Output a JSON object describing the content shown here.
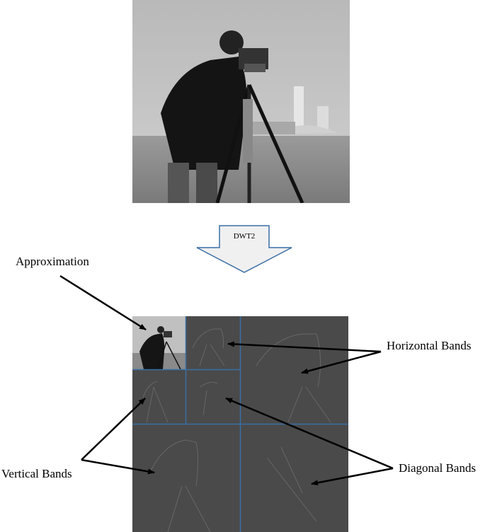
{
  "diagram": {
    "transform_label": "DWT2",
    "labels": {
      "approximation": "Approximation",
      "horizontal": "Horizontal Bands",
      "vertical": "Vertical Bands",
      "diagonal": "Diagonal Bands"
    },
    "colors": {
      "grid_line": "#3a6ea5",
      "arrow_fill": "#f0f0f0",
      "arrow_stroke": "#3a6ea5",
      "band_background": "#4a4a4a"
    }
  }
}
